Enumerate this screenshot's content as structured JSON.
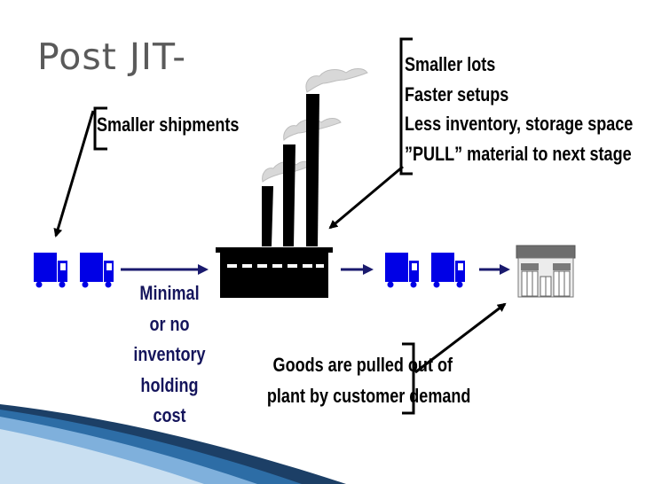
{
  "slide": {
    "title": "Post JIT-",
    "shipments_label": "Smaller shipments",
    "factory_notes": [
      "Smaller lots",
      "Faster setups",
      "Less inventory, storage space",
      "”PULL” material to next stage"
    ],
    "inventory_note": [
      "Minimal",
      "or no",
      "inventory",
      "holding",
      "cost"
    ],
    "goods_note": [
      "Goods are pulled out of",
      "plant by customer demand"
    ]
  },
  "colors": {
    "truck": "#0000e6",
    "arrow": "#1a1a6e",
    "factory": "#000000",
    "title": "#5a5a5a",
    "inventory_text": "#15155c"
  },
  "icons": [
    "truck-icon",
    "factory-icon",
    "store-icon",
    "arrow-icon",
    "bracket-icon"
  ]
}
